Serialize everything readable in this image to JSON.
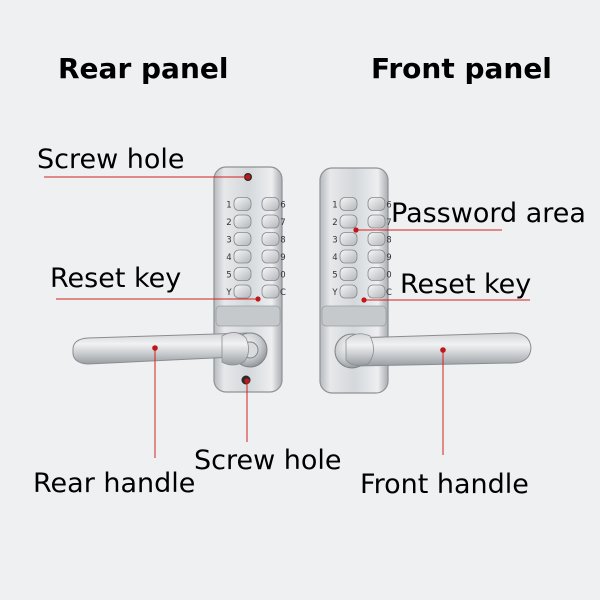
{
  "titles": {
    "rear": "Rear panel",
    "front": "Front panel"
  },
  "labels": {
    "rear_screw_top": "Screw hole",
    "rear_reset": "Reset key",
    "rear_handle": "Rear handle",
    "bottom_screw": "Screw hole",
    "password_area": "Password area",
    "front_reset": "Reset key",
    "front_handle": "Front handle"
  },
  "keypad": {
    "rows": [
      [
        "1",
        "6"
      ],
      [
        "2",
        "7"
      ],
      [
        "3",
        "8"
      ],
      [
        "4",
        "9"
      ],
      [
        "5",
        "0"
      ],
      [
        "Y",
        "C"
      ]
    ]
  },
  "colors": {
    "background": "#eef0f2",
    "leader_line": "#d42020",
    "marker_dot": "#c01818",
    "metal_light": "#e4e6e8",
    "metal_dark": "#a6a9ad"
  }
}
